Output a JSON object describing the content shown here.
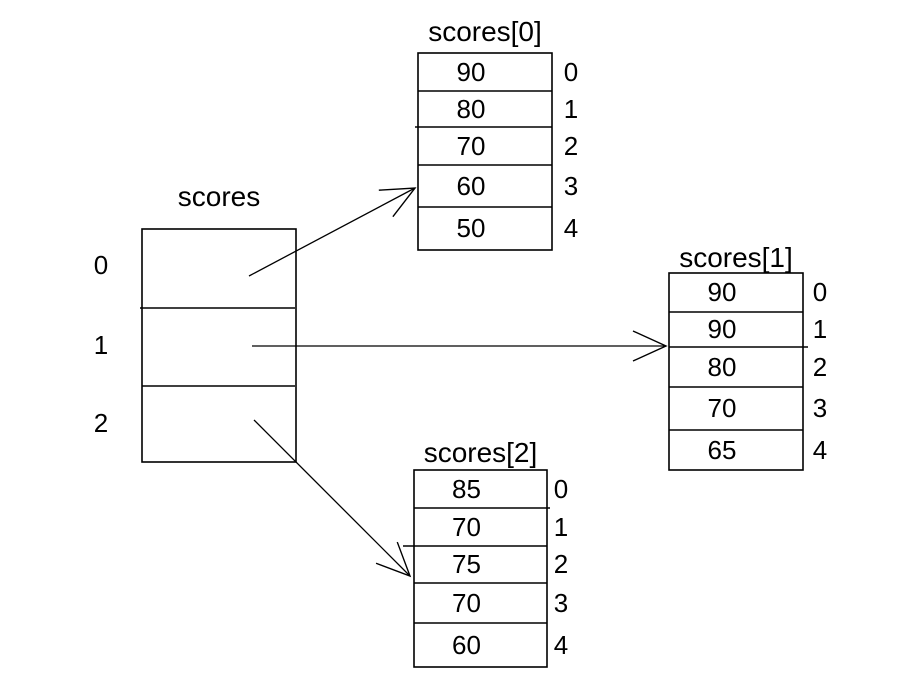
{
  "colors": {
    "background": "#ffffff",
    "line": "#000000",
    "text": "#000000"
  },
  "main_array": {
    "title": "scores",
    "indices": [
      "0",
      "1",
      "2"
    ]
  },
  "sub_arrays": [
    {
      "title": "scores[0]",
      "values": [
        "90",
        "80",
        "70",
        "60",
        "50"
      ],
      "indices": [
        "0",
        "1",
        "2",
        "3",
        "4"
      ]
    },
    {
      "title": "scores[1]",
      "values": [
        "90",
        "90",
        "80",
        "70",
        "65"
      ],
      "indices": [
        "0",
        "1",
        "2",
        "3",
        "4"
      ]
    },
    {
      "title": "scores[2]",
      "values": [
        "85",
        "70",
        "75",
        "70",
        "60"
      ],
      "indices": [
        "0",
        "1",
        "2",
        "3",
        "4"
      ]
    }
  ]
}
